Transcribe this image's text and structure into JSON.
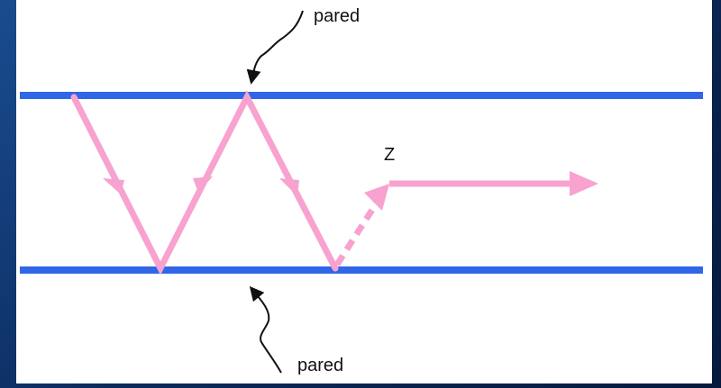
{
  "diagram": {
    "top_wall_label": "pared",
    "bottom_wall_label": "pared",
    "axis_label": "Z"
  },
  "colors": {
    "wall": "#2f67e8",
    "ray": "#f7a2cf",
    "annotation": "#111111",
    "background_frame": "#0c2f66",
    "panel": "#ffffff"
  }
}
